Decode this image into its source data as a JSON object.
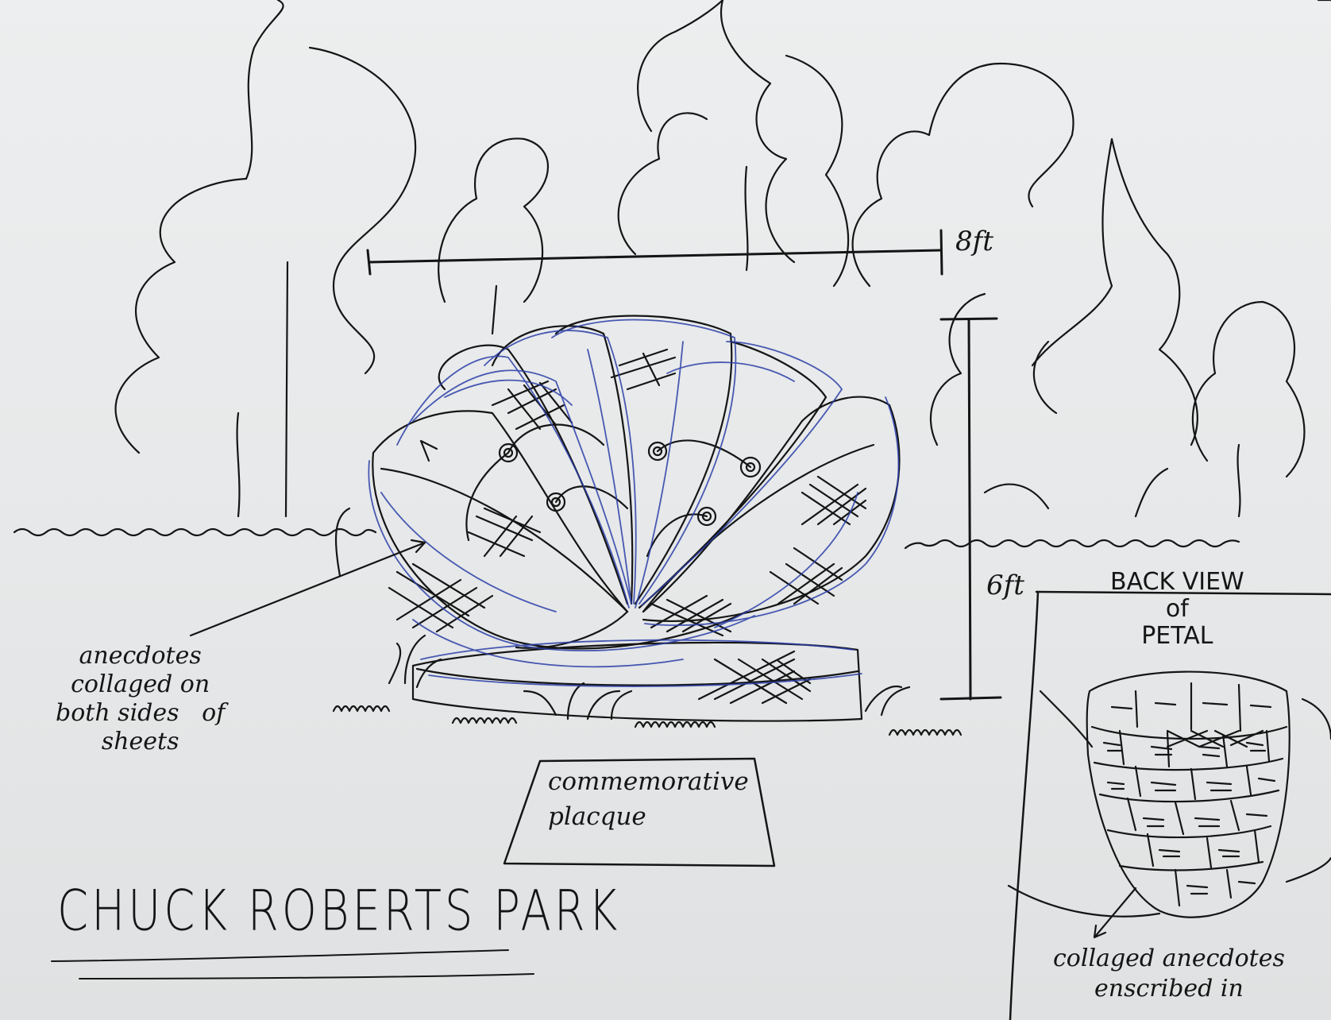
{
  "sketch": {
    "dimension_width": "8ft",
    "dimension_height": "6ft",
    "anecdote_note": "anecdotes\ncollaged on\nboth sides   of\nsheets",
    "plaque_label": "commemorative\nplacque",
    "park_title": "CHUCK ROBERTS PARK",
    "back_view_label": "BACK VIEW\nof\nPETAL",
    "inset_caption": "collaged anecdotes\nenscribed in"
  },
  "colors": {
    "paper": "#e8eaeb",
    "ink_black": "#151515",
    "ink_blue": "#2b3fa8",
    "table": "#4a3f36"
  }
}
